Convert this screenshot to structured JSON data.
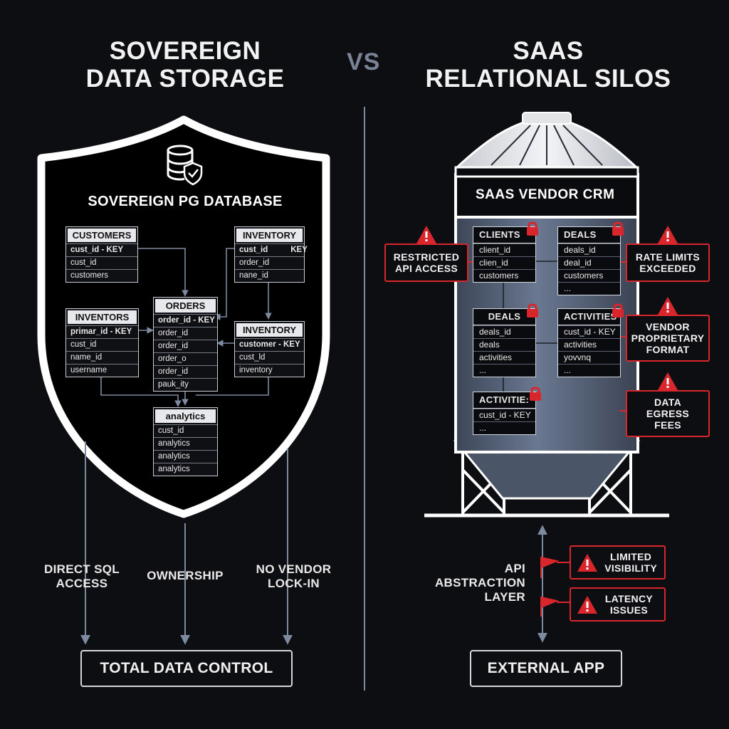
{
  "headline": {
    "left_title_1": "SOVEREIGN",
    "left_title_2": "DATA STORAGE",
    "vs": "VS",
    "right_title_1": "SAAS",
    "right_title_2": "RELATIONAL SILOS"
  },
  "left": {
    "shield_icon": "database-shield-icon",
    "database_title": "SOVEREIGN PG DATABASE",
    "tables": [
      {
        "id": "customers",
        "name": "CUSTOMERS",
        "rows": [
          "cust_id - KEY",
          "cust_id",
          "customers"
        ]
      },
      {
        "id": "inventory-top",
        "name": "INVENTORY",
        "rows": [
          "cust_id          KEY",
          "order_id",
          "nane_id"
        ]
      },
      {
        "id": "inventors",
        "name": "INVENTORS",
        "rows": [
          "primar_id - KEY",
          "cust_id",
          "name_id",
          "username"
        ]
      },
      {
        "id": "orders",
        "name": "ORDERS",
        "rows": [
          "order_id - KEY",
          "order_id",
          "order_id",
          "order_o",
          "order_id",
          "pauk_ity"
        ]
      },
      {
        "id": "inventory-mid",
        "name": "INVENTORY",
        "rows": [
          "customer - KEY",
          "cust_ld",
          "inventory"
        ]
      },
      {
        "id": "analytics",
        "name": "analytics",
        "rows": [
          "cust_id",
          "analytics",
          "analytics",
          "analytics"
        ]
      }
    ],
    "benefits": [
      {
        "line1": "DIRECT SQL",
        "line2": "ACCESS"
      },
      {
        "line1": "OWNERSHIP",
        "line2": ""
      },
      {
        "line1": "NO VENDOR",
        "line2": "LOCK-IN"
      }
    ],
    "result": "TOTAL DATA CONTROL"
  },
  "right": {
    "silo_title": "SAAS VENDOR CRM",
    "tables": [
      {
        "id": "clients",
        "name": "CLIENTS",
        "rows": [
          "client_id",
          "clien_id",
          "customers"
        ]
      },
      {
        "id": "deals-top",
        "name": "DEALS",
        "rows": [
          "deals_id",
          "deal_id",
          "customers",
          "..."
        ]
      },
      {
        "id": "deals-mid",
        "name": "DEALS",
        "rows": [
          "deals_id",
          "deals",
          "activities",
          "..."
        ]
      },
      {
        "id": "activities-mid",
        "name": "ACTIVITIES",
        "rows": [
          "cust_id - KEY",
          "activities",
          "yovvnq",
          "..."
        ]
      },
      {
        "id": "activities-bottom",
        "name": "ACTIVITIE:",
        "rows": [
          "cust_id - KEY",
          "..."
        ]
      }
    ],
    "warnings": [
      {
        "id": "restricted-api",
        "line1": "RESTRICTED",
        "line2": "API ACCESS",
        "line3": ""
      },
      {
        "id": "rate-limits",
        "line1": "RATE LIMITS",
        "line2": "EXCEEDED",
        "line3": ""
      },
      {
        "id": "vendor-format",
        "line1": "VENDOR",
        "line2": "PROPRIETARY",
        "line3": "FORMAT"
      },
      {
        "id": "egress-fees",
        "line1": "DATA",
        "line2": "EGRESS",
        "line3": "FEES"
      },
      {
        "id": "limited-visibility",
        "line1": "LIMITED",
        "line2": "VISIBILITY",
        "line3": ""
      },
      {
        "id": "latency",
        "line1": "LATENCY",
        "line2": "ISSUES",
        "line3": ""
      }
    ],
    "api_layer": {
      "line1": "API",
      "line2": "ABSTRACTION",
      "line3": "LAYER"
    },
    "result": "EXTERNAL APP"
  },
  "colors": {
    "background": "#0d0e12",
    "warning_red": "#d8262c",
    "silo_blue": "#56647a",
    "line_blue": "#7d8ba0",
    "white": "#ffffff"
  }
}
